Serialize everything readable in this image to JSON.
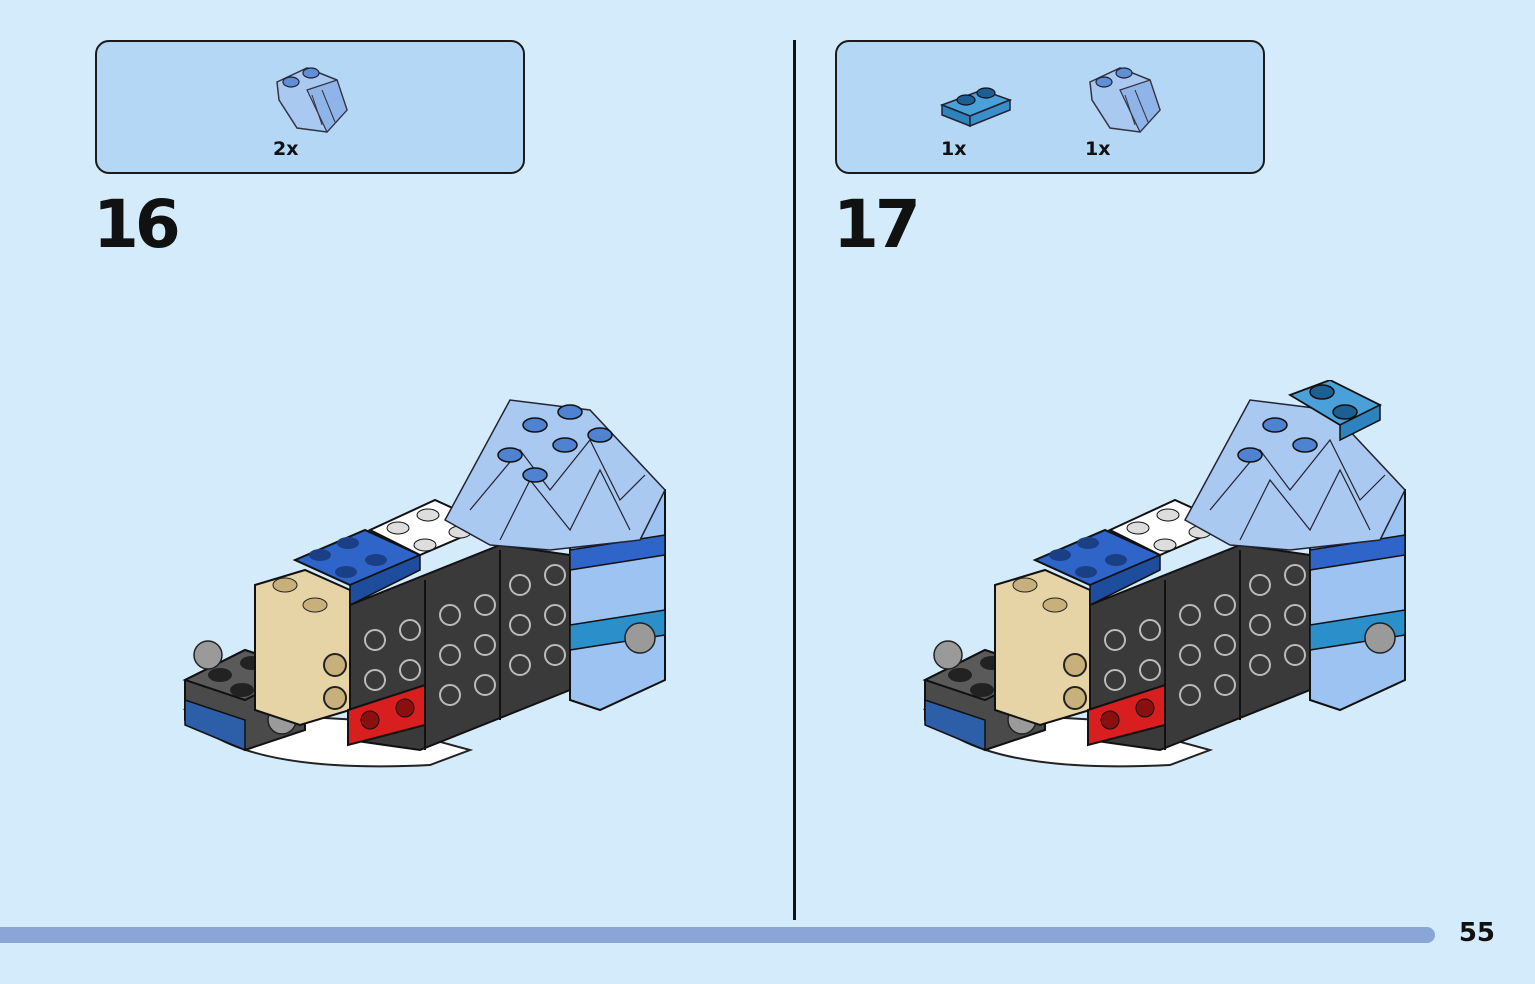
{
  "steps": [
    {
      "number": "16",
      "parts": [
        {
          "count": "2x",
          "icon": "ice-wedge-piece-icon"
        }
      ]
    },
    {
      "number": "17",
      "parts": [
        {
          "count": "1x",
          "icon": "blue-plate-1x2-icon"
        },
        {
          "count": "1x",
          "icon": "ice-wedge-piece-icon"
        }
      ]
    }
  ],
  "page_number": "55",
  "colors": {
    "background": "#d4ebfb",
    "parts_box": "#b3d7f5",
    "progress_bar": "#8aa6d6"
  }
}
